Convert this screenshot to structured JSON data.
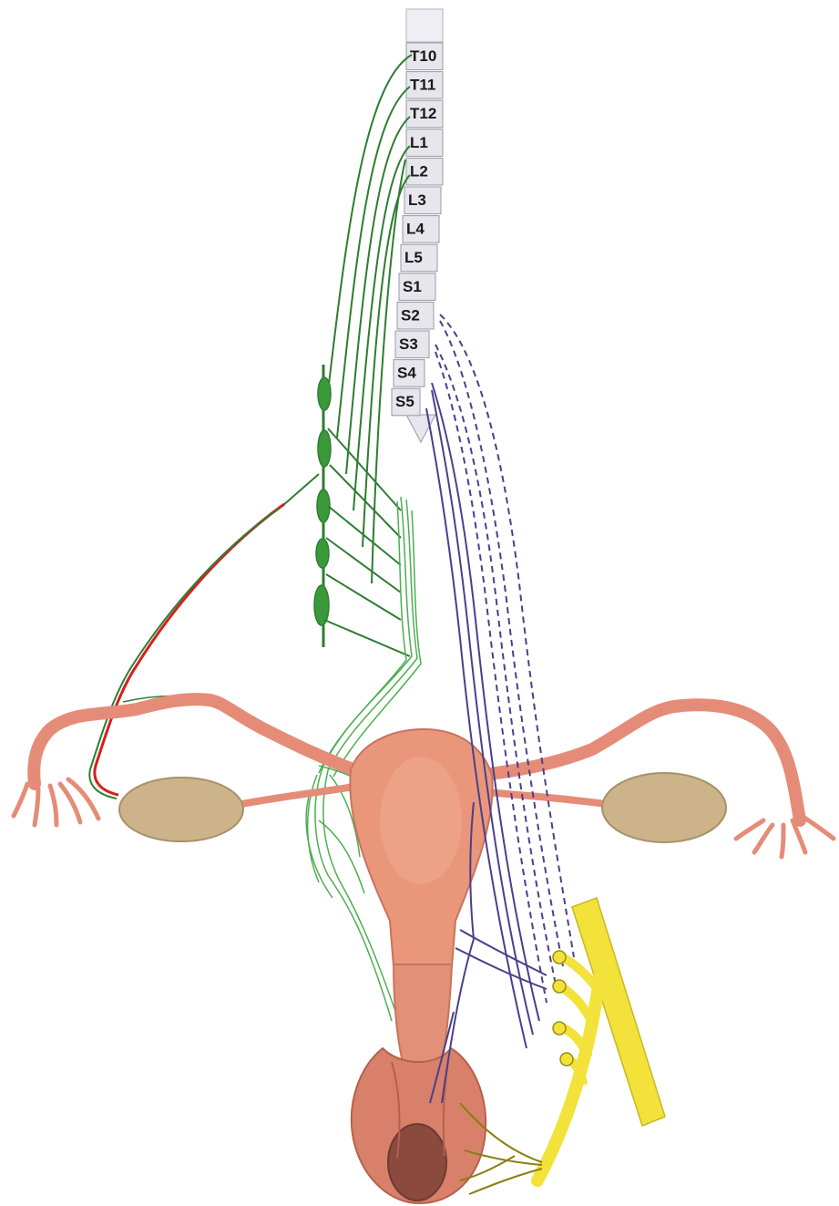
{
  "spine": {
    "segments": [
      "T10",
      "T11",
      "T12",
      "L1",
      "L2",
      "L3",
      "L4",
      "L5",
      "S1",
      "S2",
      "S3",
      "S4",
      "S5"
    ]
  },
  "colors": {
    "sympathetic": "#2e7d32",
    "ganglion": "#3a9a3a",
    "parasympathetic": "#4b3f8c",
    "ovarian_artery": "#d42020",
    "uterus": "#e9967a",
    "uterus_shade": "#d97a66",
    "ovary": "#cdb38a",
    "pudendal_nerve": "#f2e23a",
    "pudendal_nerve_branch": "#8a7f10",
    "spine_fill": "#e6e6ec",
    "spine_edge": "#9a9aa8"
  },
  "icons": {
    "sympathetic_chain": "ganglion-chain-icon",
    "pelvic_plexus": "plexus-icon"
  }
}
